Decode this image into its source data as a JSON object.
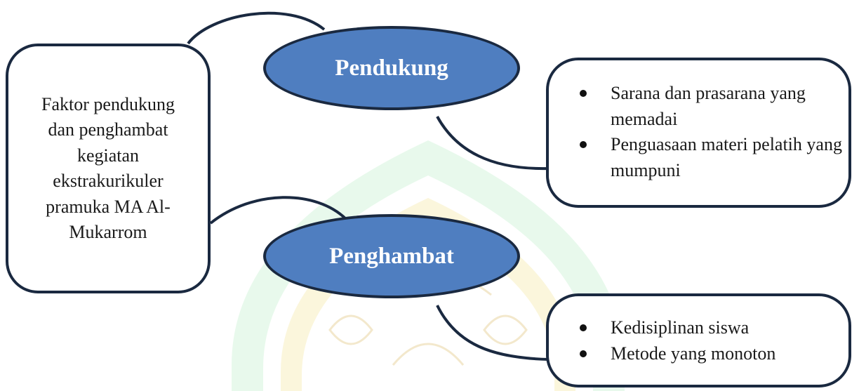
{
  "diagram": {
    "main_box": {
      "text": "Faktor pendukung dan penghambat kegiatan ekstrakurikuler pramuka MA Al- Mukarrom"
    },
    "support_node": {
      "label": "Pendukung"
    },
    "inhibit_node": {
      "label": "Penghambat"
    },
    "support_box": {
      "items": [
        "Sarana dan prasarana yang memadai",
        "Penguasaan materi pelatih yang mumpuni"
      ]
    },
    "inhibit_box": {
      "items": [
        "Kedisiplinan siswa",
        "Metode yang monoton"
      ]
    }
  },
  "colors": {
    "node_fill": "#4f7ec0",
    "outline": "#1a2940",
    "watermark_green": "#a9ebb8",
    "watermark_yellow": "#f3e28e"
  },
  "watermark": {
    "icon": "institution-logo-watermark"
  }
}
